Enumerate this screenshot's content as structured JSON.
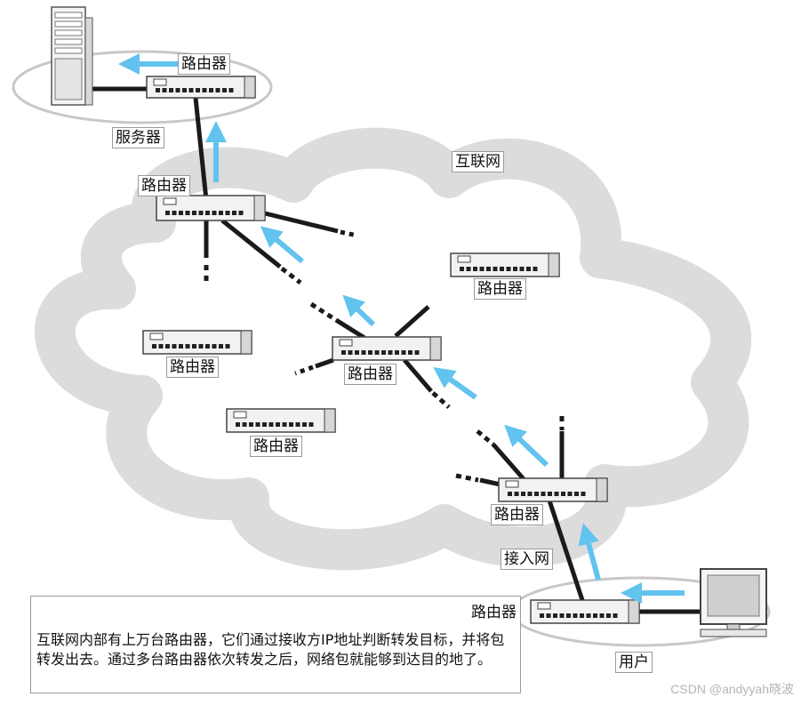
{
  "labels": {
    "router": "路由器",
    "server": "服务器",
    "internet": "互联网",
    "access_network": "接入网",
    "user": "用户"
  },
  "note": {
    "router_label": "路由器",
    "text": "互联网内部有上万台路由器，它们通过接收方IP地址判断转发目标，并将包转发出去。通过多台路由器依次转发之后，网络包就能够到达目的地了。"
  },
  "watermark": "CSDN @andyyah晓波",
  "colors": {
    "arrow": "#62c3ee",
    "cloud": "#dcdcdc",
    "link": "#1a1a1a",
    "router_body": "#f2f2f2",
    "ellipse": "#c8c8c8"
  }
}
